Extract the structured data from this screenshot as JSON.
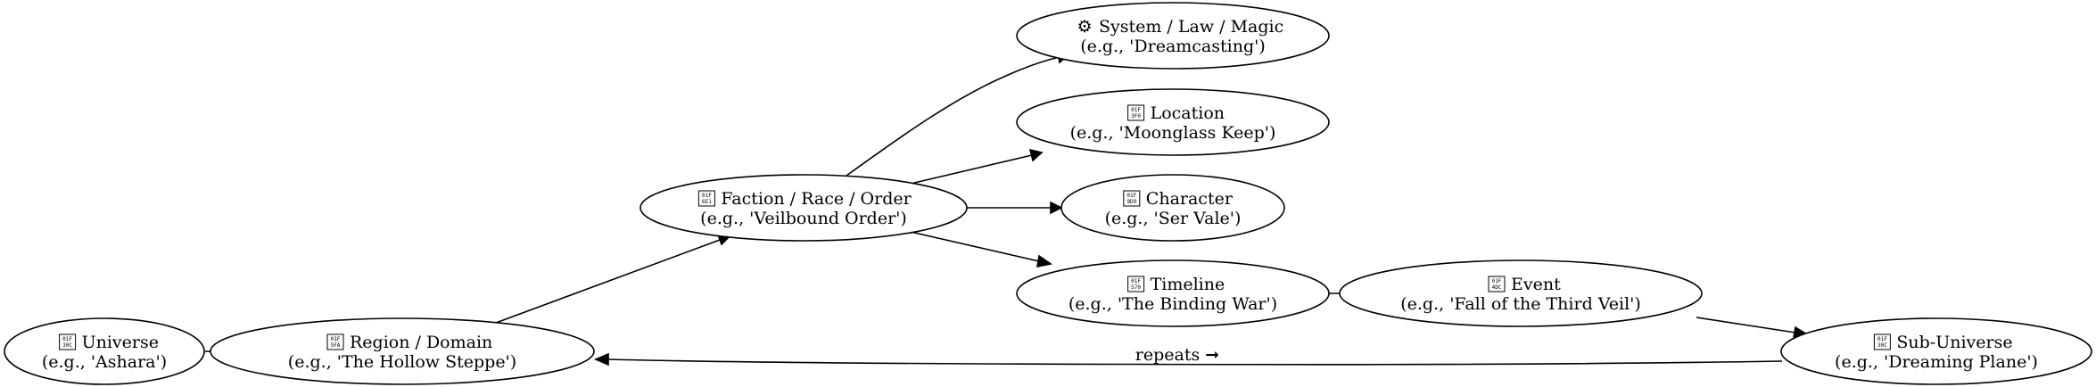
{
  "diagram": {
    "nodes": [
      {
        "id": "universe",
        "icon": "unknown-glyph-icon",
        "icon_hex": [
          "01F",
          "30C"
        ],
        "title": "Universe",
        "example": "(e.g., 'Ashara')"
      },
      {
        "id": "region",
        "icon": "unknown-glyph-icon",
        "icon_hex": [
          "01F",
          "5FA"
        ],
        "title": "Region / Domain",
        "example": "(e.g., 'The Hollow Steppe')"
      },
      {
        "id": "faction",
        "icon": "unknown-glyph-icon",
        "icon_hex": [
          "01F",
          "6E1"
        ],
        "title": "Faction / Race / Order",
        "example": "(e.g., 'Veilbound Order')"
      },
      {
        "id": "system",
        "icon": "gear-icon",
        "glyph": "⚙",
        "title": "System / Law / Magic",
        "example": "(e.g., 'Dreamcasting')"
      },
      {
        "id": "location",
        "icon": "unknown-glyph-icon",
        "icon_hex": [
          "01F",
          "3F0"
        ],
        "title": "Location",
        "example": "(e.g., 'Moonglass Keep')"
      },
      {
        "id": "character",
        "icon": "unknown-glyph-icon",
        "icon_hex": [
          "01F",
          "9D9"
        ],
        "title": "Character",
        "example": "(e.g., 'Ser Vale')"
      },
      {
        "id": "timeline",
        "icon": "unknown-glyph-icon",
        "icon_hex": [
          "01F",
          "570"
        ],
        "title": "Timeline",
        "example": "(e.g., 'The Binding War')"
      },
      {
        "id": "event",
        "icon": "unknown-glyph-icon",
        "icon_hex": [
          "01F",
          "4DC"
        ],
        "title": "Event",
        "example": "(e.g., 'Fall of the Third Veil')"
      },
      {
        "id": "subuniverse",
        "icon": "unknown-glyph-icon",
        "icon_hex": [
          "01F",
          "30C"
        ],
        "title": "Sub-Universe",
        "example": "(e.g., 'Dreaming Plane')"
      }
    ],
    "edges": [
      {
        "from": "universe",
        "to": "region",
        "label": ""
      },
      {
        "from": "region",
        "to": "faction",
        "label": ""
      },
      {
        "from": "faction",
        "to": "system",
        "label": ""
      },
      {
        "from": "faction",
        "to": "location",
        "label": ""
      },
      {
        "from": "faction",
        "to": "character",
        "label": ""
      },
      {
        "from": "faction",
        "to": "timeline",
        "label": ""
      },
      {
        "from": "timeline",
        "to": "event",
        "label": ""
      },
      {
        "from": "event",
        "to": "subuniverse",
        "label": ""
      },
      {
        "from": "subuniverse",
        "to": "region",
        "label": "repeats ➞"
      }
    ]
  }
}
